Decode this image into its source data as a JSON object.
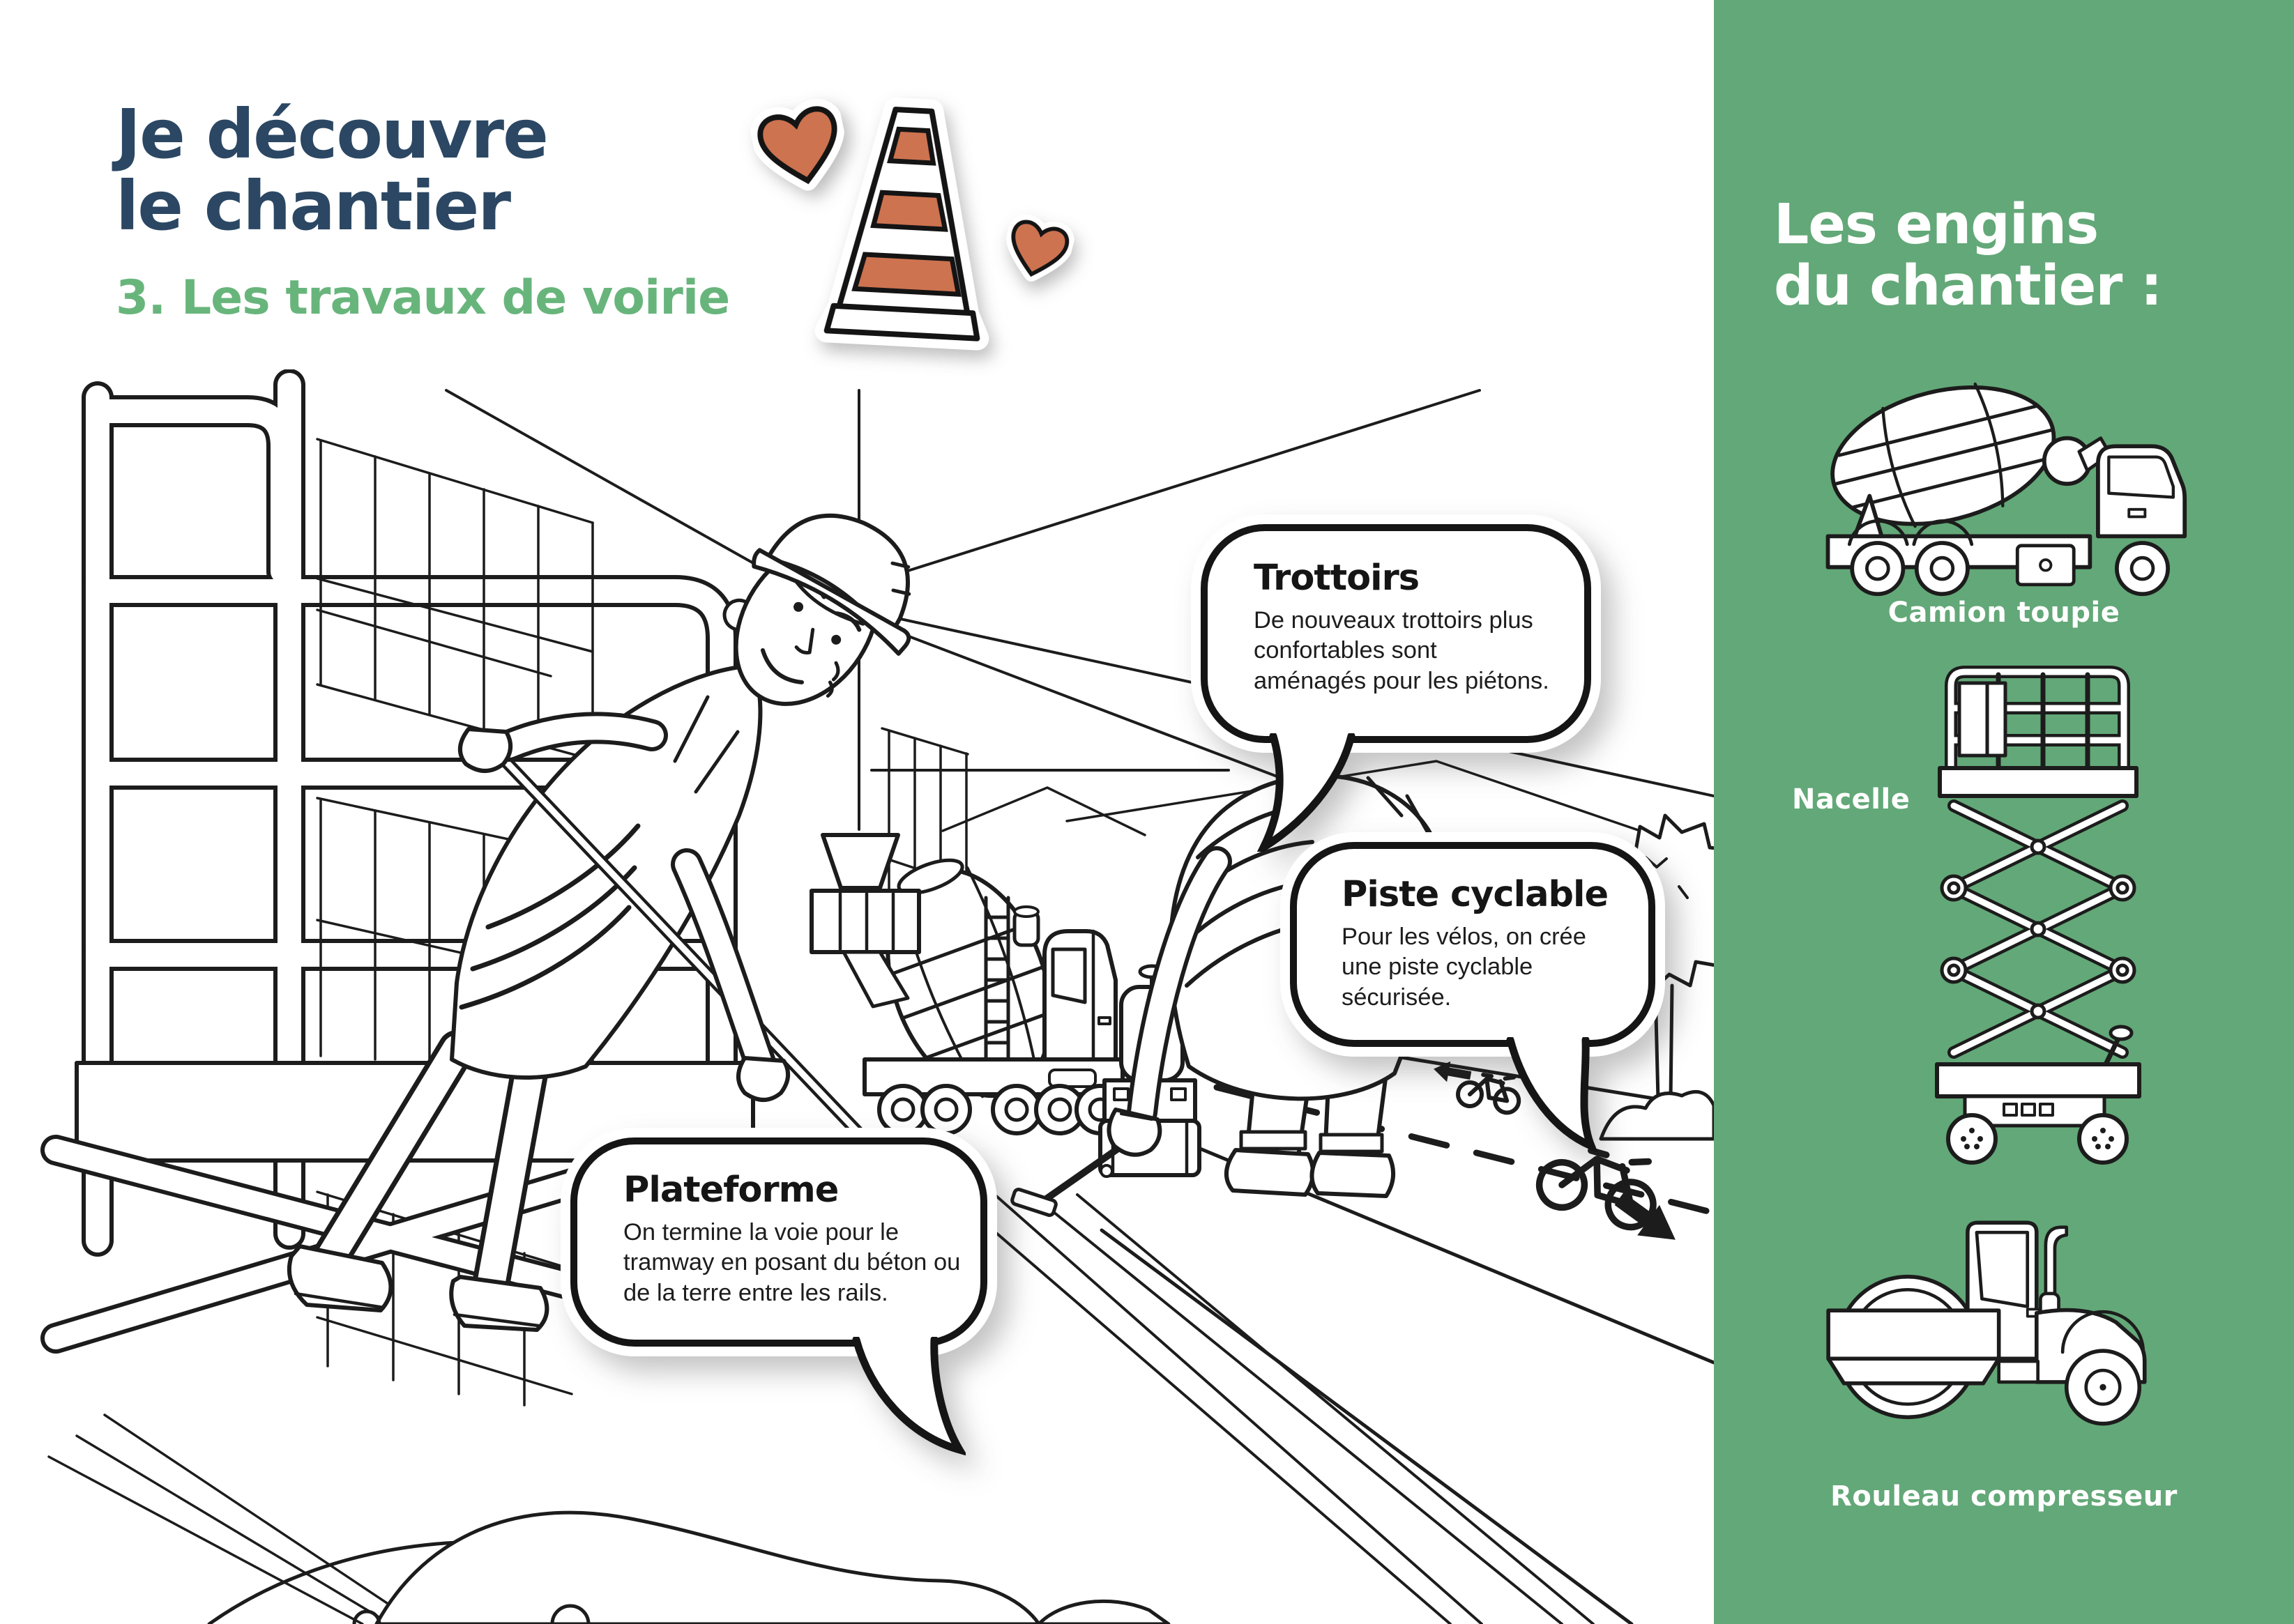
{
  "page": {
    "title_line1": "Je découvre",
    "title_line2": "le chantier",
    "subtitle": "3. Les travaux de voirie"
  },
  "bubbles": [
    {
      "title": "Trottoirs",
      "body": "De nouveaux trottoirs plus confortables sont aménagés pour les piétons."
    },
    {
      "title": "Piste cyclable",
      "body": "Pour les vélos, on crée une piste cyclable sécurisée."
    },
    {
      "title": "Plateforme",
      "body": "On termine la voie pour le tramway en posant du béton ou de la terre entre les rails."
    }
  ],
  "sidebar": {
    "heading_line1": "Les engins",
    "heading_line2": "du chantier :",
    "machines": [
      {
        "label": "Camion toupie",
        "icon": "concrete-mixer-truck"
      },
      {
        "label": "Nacelle",
        "icon": "scissor-lift"
      },
      {
        "label": "Rouleau compresseur",
        "icon": "road-roller"
      }
    ]
  },
  "icons": {
    "cone": "traffic-cone",
    "heart_large": "heart",
    "heart_small": "heart"
  },
  "colors": {
    "navy_title": "#2b4763",
    "green_subtitle": "#68b57c",
    "green_sidebar": "#63a878",
    "orange_accent": "#cd7350",
    "ink": "#1c1c1c",
    "paper": "#ffffff"
  }
}
